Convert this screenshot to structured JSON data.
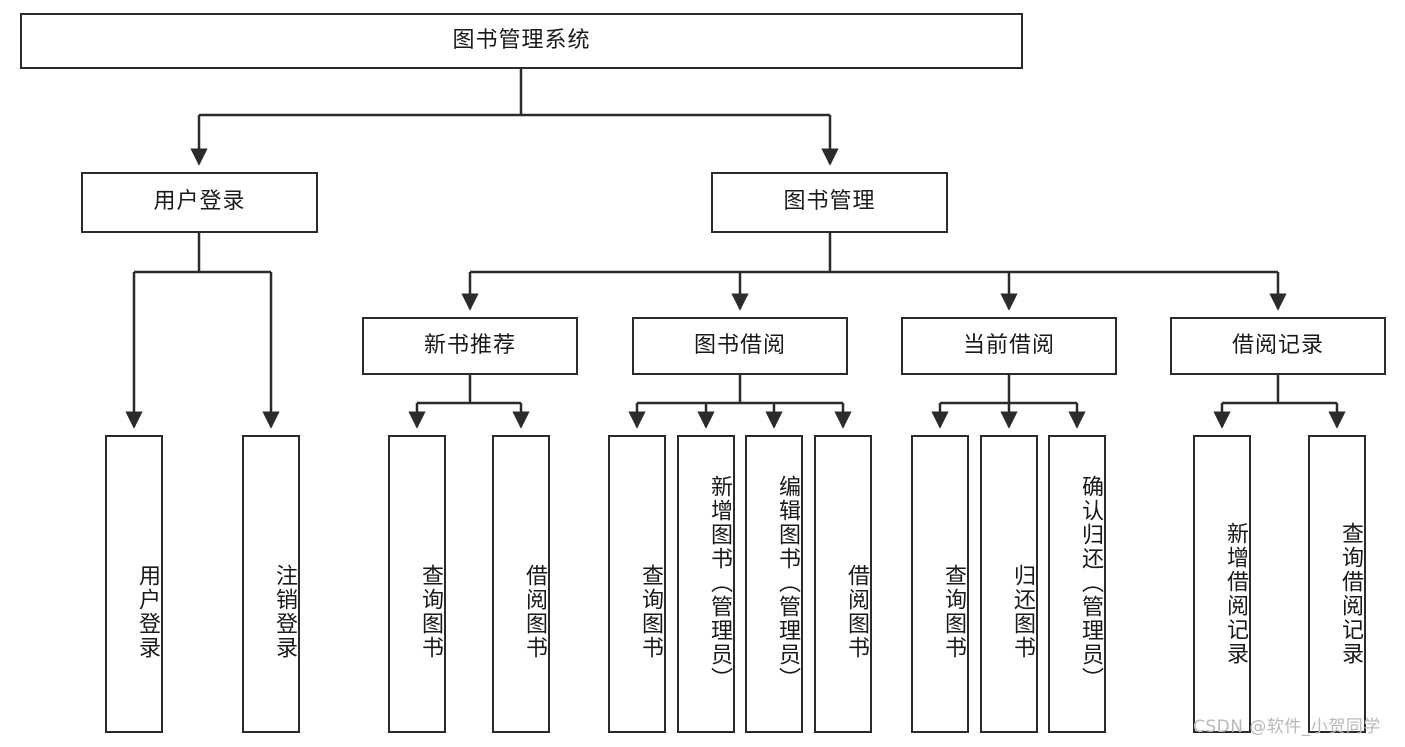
{
  "diagram": {
    "type": "tree-structure-chart",
    "title": "图书管理系统",
    "watermark": "CSDN @软件_小贺同学",
    "colors": {
      "box_border": "#2b2b2b",
      "box_fill": "#ffffff",
      "connector": "#333333",
      "text": "#1a1a1a",
      "watermark": "#b9b9b9"
    },
    "levels": {
      "root": {
        "label": "图书管理系统"
      },
      "level2": [
        {
          "label": "用户登录"
        },
        {
          "label": "图书管理"
        }
      ],
      "level3": [
        {
          "label": "新书推荐"
        },
        {
          "label": "图书借阅"
        },
        {
          "label": "当前借阅"
        },
        {
          "label": "借阅记录"
        }
      ],
      "leaves": {
        "user_login": [
          {
            "label": "用户登录"
          },
          {
            "label": "注销登录"
          }
        ],
        "new_book_recommend": [
          {
            "label": "查询图书"
          },
          {
            "label": "借阅图书"
          }
        ],
        "book_borrow": [
          {
            "label": "查询图书"
          },
          {
            "label": "新增图书（管理员）"
          },
          {
            "label": "编辑图书（管理员）"
          },
          {
            "label": "借阅图书"
          }
        ],
        "current_borrow": [
          {
            "label": "查询图书"
          },
          {
            "label": "归还图书"
          },
          {
            "label": "确认归还（管理员）"
          }
        ],
        "borrow_record": [
          {
            "label": "新增借阅记录"
          },
          {
            "label": "查询借阅记录"
          }
        ]
      }
    }
  }
}
